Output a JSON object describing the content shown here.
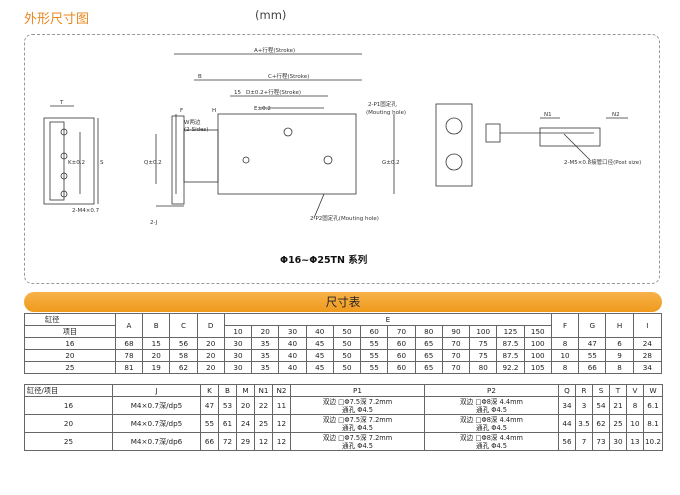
{
  "header": {
    "title": "外形尺寸图",
    "unit": "(mm)"
  },
  "drawing": {
    "series": "Φ16~Φ25TN 系列",
    "labels": {
      "a_stroke": "A+行程(Stroke)",
      "b": "B",
      "c_stroke": "C+行程(Stroke)",
      "d_stroke": "D±0.2+行程(Stroke)",
      "n15": "15",
      "e": "E±0.2",
      "f": "F",
      "h": "H",
      "t": "T",
      "s": "S",
      "k": "K±0.2",
      "q": "Q±0.2",
      "g": "G±0.2",
      "w_sides": "W两边",
      "w_sides2": "(2-Sides)",
      "n1": "N1",
      "n2": "N2",
      "p1_a": "2-P1固定孔",
      "p1_b": "(Mouting hole)",
      "p2": "2-P2固定孔(Mouting hole)",
      "j": "2-J",
      "m4": "2-M4×0.7",
      "m5": "2-M5×0.8接管口径(Post size)"
    }
  },
  "table_title": "尺寸表",
  "table1": {
    "h_bore": "缸径",
    "h_item": "项目",
    "cols": [
      "A",
      "B",
      "C",
      "D"
    ],
    "e_label": "E",
    "e_cols": [
      "10",
      "20",
      "30",
      "40",
      "50",
      "60",
      "70",
      "80",
      "90",
      "100",
      "125",
      "150"
    ],
    "tail_cols": [
      "F",
      "G",
      "H",
      "I"
    ],
    "rows": [
      {
        "bore": "16",
        "vals": [
          "68",
          "15",
          "56",
          "20",
          "30",
          "35",
          "40",
          "45",
          "50",
          "55",
          "60",
          "65",
          "70",
          "75",
          "87.5",
          "100",
          "8",
          "47",
          "6",
          "24"
        ]
      },
      {
        "bore": "20",
        "vals": [
          "78",
          "20",
          "58",
          "20",
          "30",
          "35",
          "40",
          "45",
          "50",
          "55",
          "60",
          "65",
          "70",
          "75",
          "87.5",
          "100",
          "10",
          "55",
          "9",
          "28"
        ]
      },
      {
        "bore": "25",
        "vals": [
          "81",
          "19",
          "62",
          "20",
          "30",
          "35",
          "40",
          "45",
          "50",
          "55",
          "60",
          "65",
          "70",
          "80",
          "92.2",
          "105",
          "8",
          "66",
          "8",
          "34"
        ]
      }
    ]
  },
  "table2": {
    "headers": [
      "缸径/项目",
      "J",
      "K",
      "B",
      "M",
      "N1",
      "N2",
      "P1",
      "P2",
      "Q",
      "R",
      "S",
      "T",
      "V",
      "W"
    ],
    "rows": [
      {
        "bore": "16",
        "j": "M4×0.7深/dp5",
        "vals1": [
          "47",
          "53",
          "20",
          "22",
          "11"
        ],
        "p1": {
          "a": "双边",
          "b": "□Φ7.5深",
          "c": "7.2mm",
          "d": "通孔",
          "e": "Φ4.5"
        },
        "p2": {
          "a": "双边",
          "b": "□Φ8深",
          "c": "4.4mm",
          "d": "通孔",
          "e": "Φ4.5"
        },
        "vals2": [
          "34",
          "3",
          "54",
          "21",
          "8",
          "6.1"
        ]
      },
      {
        "bore": "20",
        "j": "M4×0.7深/dp5",
        "vals1": [
          "55",
          "61",
          "24",
          "25",
          "12"
        ],
        "p1": {
          "a": "双边",
          "b": "□Φ7.5深",
          "c": "7.2mm",
          "d": "通孔",
          "e": "Φ4.5"
        },
        "p2": {
          "a": "双边",
          "b": "□Φ8深",
          "c": "4.4mm",
          "d": "通孔",
          "e": "Φ4.5"
        },
        "vals2": [
          "44",
          "3.5",
          "62",
          "25",
          "10",
          "8.1"
        ]
      },
      {
        "bore": "25",
        "j": "M4×0.7深/dp6",
        "vals1": [
          "66",
          "72",
          "29",
          "12",
          "12"
        ],
        "p1": {
          "a": "双边",
          "b": "□Φ7.5深",
          "c": "7.2mm",
          "d": "通孔",
          "e": "Φ4.5"
        },
        "p2": {
          "a": "双边",
          "b": "□Φ8深",
          "c": "4.4mm",
          "d": "通孔",
          "e": "Φ4.5"
        },
        "vals2": [
          "56",
          "7",
          "73",
          "30",
          "13",
          "10.2"
        ]
      }
    ]
  }
}
